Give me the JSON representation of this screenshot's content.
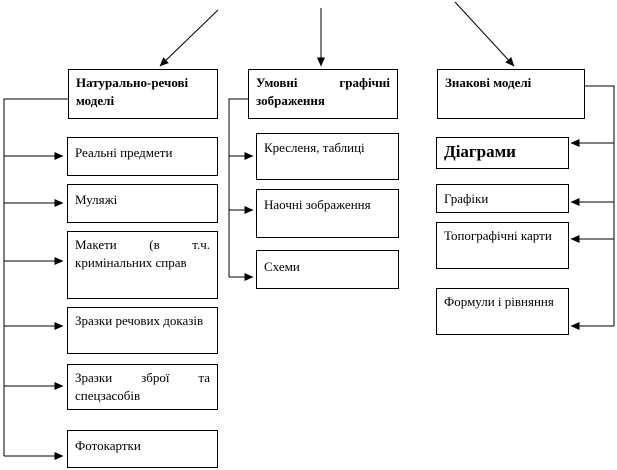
{
  "columns": [
    {
      "header": "Натурально-речові моделі",
      "items": [
        "Реальні предмети",
        "Муляжі",
        "Макети (в т.ч. кримінальних справ",
        "Зразки речових доказів",
        "Зразки зброї та спецзасобів",
        "Фотокартки"
      ]
    },
    {
      "header": "Умовні графічні зображення",
      "items": [
        "Кресленя, таблиці",
        "Наочні зображення",
        "Схеми"
      ]
    },
    {
      "header": "Знакові моделі",
      "items": [
        "Діаграми",
        "Графіки",
        "Топографічні карти",
        "Формули і рівняння"
      ]
    }
  ]
}
